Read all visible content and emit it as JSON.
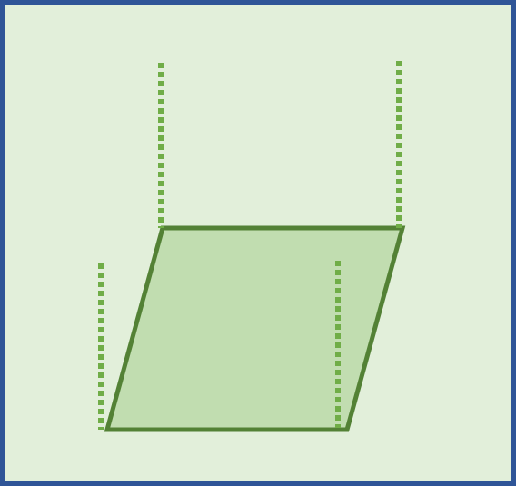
{
  "diagram": {
    "shape": "parallelogram",
    "colors": {
      "frame_border": "#2f5597",
      "background": "#e2efda",
      "shape_fill": "#c1ddb0",
      "shape_stroke": "#538135",
      "guide_lines": "#70ad47"
    },
    "guide_line_style": "dotted",
    "guide_line_count": 4
  }
}
